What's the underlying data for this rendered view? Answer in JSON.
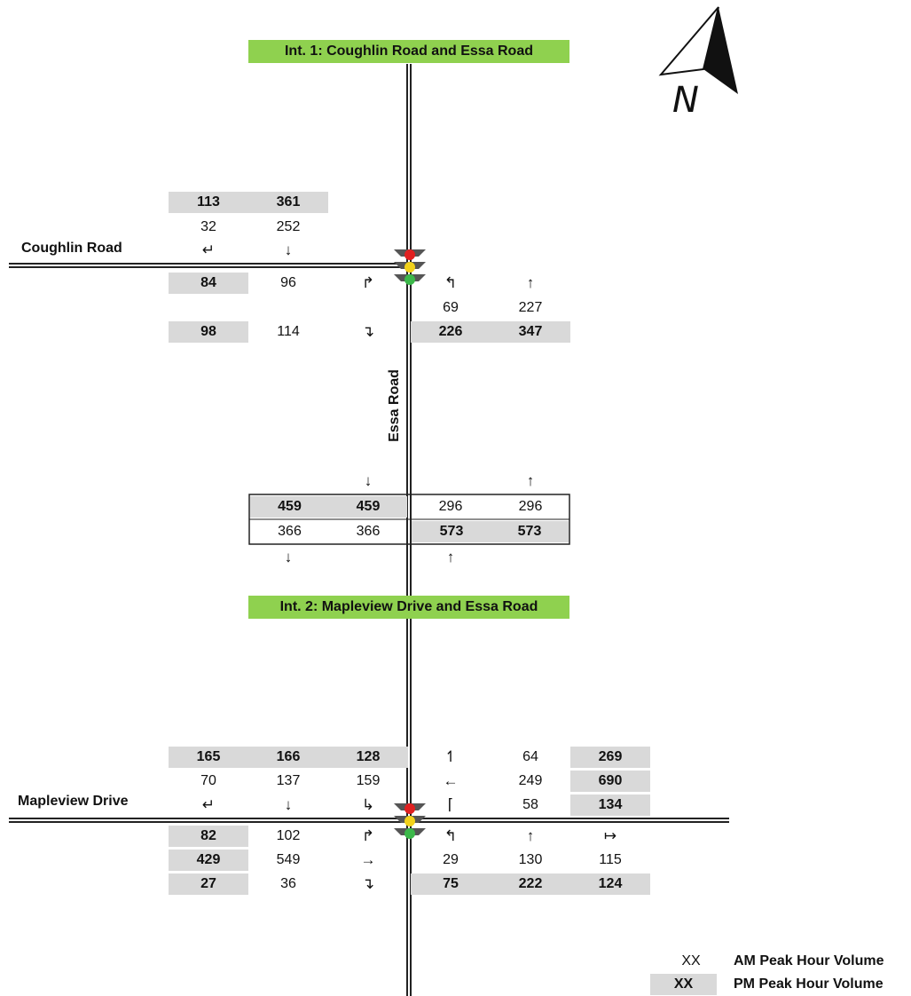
{
  "int1": {
    "title": "Int. 1: Coughlin Road and Essa Road",
    "west_road": "Coughlin Road",
    "sb": {
      "pm": [
        "113",
        "361"
      ],
      "am": [
        "32",
        "252"
      ],
      "arrows": [
        "↵",
        "↓"
      ]
    },
    "eb": {
      "pm": [
        "84",
        "98"
      ],
      "am": [
        "96",
        "114"
      ],
      "arrows": [
        "↱",
        "↴"
      ]
    },
    "nb": {
      "arrows": [
        "↰",
        "↑"
      ],
      "am": [
        "69",
        "227"
      ],
      "pm": [
        "226",
        "347"
      ]
    }
  },
  "corridor": {
    "road_label": "Essa Road",
    "top_arrows": [
      "↓",
      "↑"
    ],
    "row1": [
      "459",
      "459",
      "296",
      "296"
    ],
    "row2": [
      "366",
      "366",
      "573",
      "573"
    ],
    "bottom_arrows": [
      "↓",
      "↑"
    ]
  },
  "int2": {
    "title": "Int. 2: Mapleview Drive and Essa Road",
    "west_road": "Mapleview Drive",
    "sb": {
      "pm": [
        "165",
        "166",
        "128"
      ],
      "am": [
        "70",
        "137",
        "159"
      ],
      "arrows": [
        "↵",
        "↓",
        "↳"
      ]
    },
    "wb": {
      "arrows": [
        "↿",
        "←",
        "⌈"
      ],
      "am": [
        "64",
        "249",
        "58"
      ],
      "pm": [
        "269",
        "690",
        "134"
      ]
    },
    "eb": {
      "arrows": [
        "↱",
        "→",
        "↴"
      ],
      "am": [
        "102",
        "549",
        "36"
      ],
      "pm": [
        "82",
        "429",
        "27"
      ]
    },
    "nb": {
      "arrows": [
        "↰",
        "↑",
        "↦"
      ],
      "am": [
        "29",
        "130",
        "115"
      ],
      "pm": [
        "75",
        "222",
        "124"
      ]
    }
  },
  "legend": {
    "am_swatch": "XX",
    "am_label": "AM Peak Hour Volume",
    "pm_swatch": "XX",
    "pm_label": "PM Peak Hour Volume"
  },
  "north_label": "N",
  "colors": {
    "banner": "#8fd14f",
    "pm_shade": "#d9d9d9",
    "signal_red": "#e02020",
    "signal_yellow": "#f2d21b",
    "signal_green": "#3cb84a"
  }
}
